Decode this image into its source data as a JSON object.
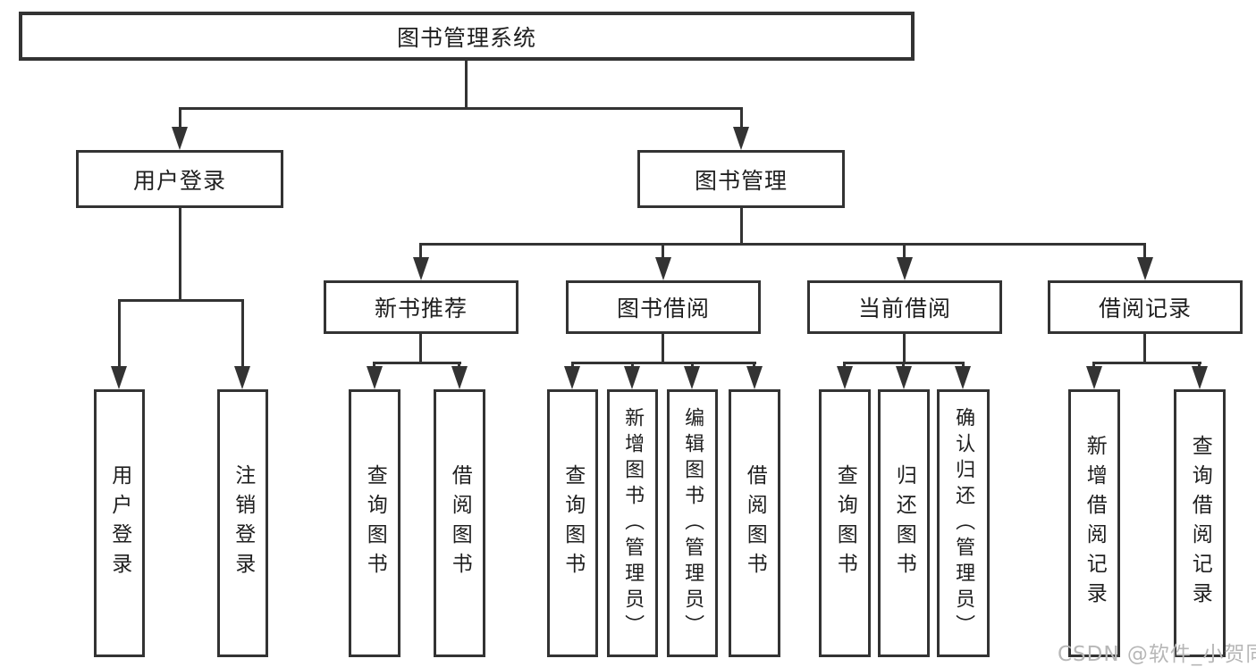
{
  "tree": {
    "root": {
      "label": "图书管理系统"
    },
    "branches": [
      {
        "label": "用户登录",
        "children": [
          {
            "label": "用户登录"
          },
          {
            "label": "注销登录"
          }
        ]
      },
      {
        "label": "图书管理",
        "groups": [
          {
            "label": "新书推荐",
            "children": [
              {
                "label": "查询图书"
              },
              {
                "label": "借阅图书"
              }
            ]
          },
          {
            "label": "图书借阅",
            "children": [
              {
                "label": "查询图书"
              },
              {
                "label": "新增图书（管理员）"
              },
              {
                "label": "编辑图书（管理员）"
              },
              {
                "label": "借阅图书"
              }
            ]
          },
          {
            "label": "当前借阅",
            "children": [
              {
                "label": "查询图书"
              },
              {
                "label": "归还图书"
              },
              {
                "label": "确认归还（管理员）"
              }
            ]
          },
          {
            "label": "借阅记录",
            "children": [
              {
                "label": "新增借阅记录"
              },
              {
                "label": "查询借阅记录"
              }
            ]
          }
        ]
      }
    ]
  },
  "watermark": {
    "text": "CSDN @软件_小贺同学"
  },
  "colors": {
    "line": "#333333",
    "border": "#333333",
    "text": "#1f1f1f",
    "watermark": "#b7b7b7",
    "background": "#ffffff"
  }
}
